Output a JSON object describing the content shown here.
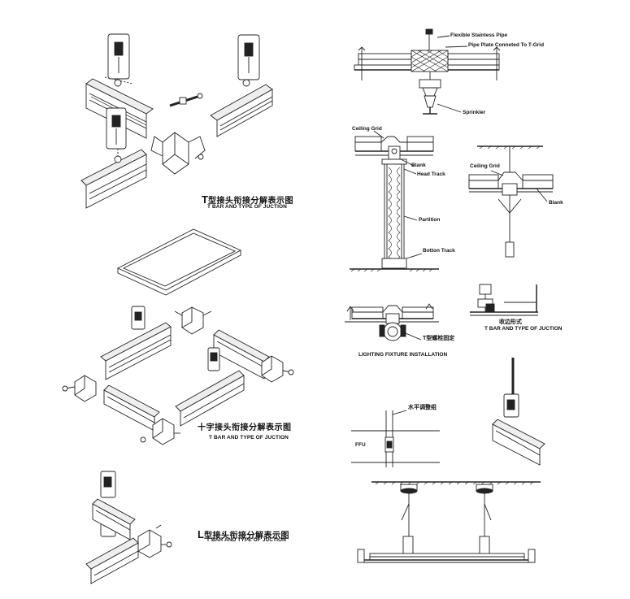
{
  "left_panels": {
    "t_junction": {
      "letter": "T",
      "cn": "型接头衔接分解表示图",
      "en": "T BAR AND TYPE OF JUCTION"
    },
    "cross_junction": {
      "cn": "十字接头衔接分解表示图",
      "en": "T BAR AND TYPE OF JUCTION"
    },
    "l_junction": {
      "letter": "L",
      "cn": "型接头衔接分解表示图",
      "en": "T BAR AND TYPE OF JUCTION"
    }
  },
  "right_panels": {
    "sprinkler": {
      "pipe_label": "Flexible Stainless Pipe",
      "plate_label": "Pipe Plate Conneted To T-Grid",
      "sprinkler_label": "Sprinkler"
    },
    "partition": {
      "ceiling_grid_label": "Ceiling Grid",
      "blank_label": "Blank",
      "head_track_label": "Head Track",
      "partition_label": "Partition",
      "bottom_track_label": "Botton Track"
    },
    "hanger": {
      "ceiling_grid_label": "Ceiling Grid",
      "blank_label": "Blank"
    },
    "lighting": {
      "t_fix_label": "T型螺栓固定",
      "title": "LIGHTING FIXTURE INSTALLATION"
    },
    "wall_edge": {
      "cn": "收边形式",
      "en": "T BAR AND TYPE OF JUCTION"
    },
    "ffu": {
      "level_label": "水平调整组",
      "ffu_label": "FFU"
    }
  }
}
